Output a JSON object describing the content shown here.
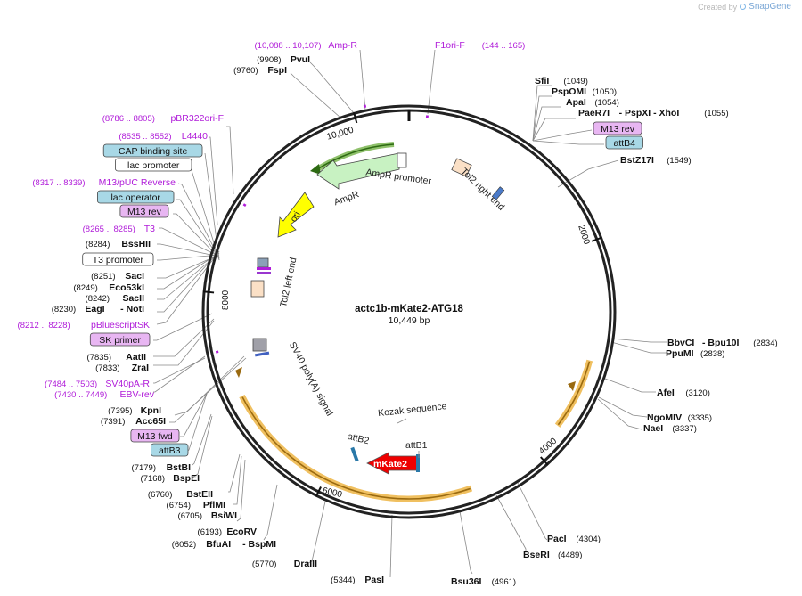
{
  "watermark": {
    "created_by": "Created by",
    "brand": "SnapGene"
  },
  "plasmid": {
    "name": "actc1b-mKate2-ATG18",
    "length": "10,449 bp"
  },
  "ticks": [
    "10,000",
    "2000",
    "4000",
    "6000",
    "8000"
  ],
  "feature_labels": {
    "ampr": "AmpR",
    "ampr_promoter": "AmpR promoter",
    "ori": "ori",
    "tol2_right": "Tol2 right end",
    "tol2_left": "Tol2 left end",
    "sv40": "SV40 poly(A) signal",
    "kozak": "Kozak sequence",
    "attb1": "attB1",
    "attb2": "attB2",
    "mkate2": "mKate2"
  },
  "colors": {
    "backbone": "#222222",
    "primer": "#b01cd9",
    "ampr_fill": "#c8f2c2",
    "ori_fill": "#ffff00",
    "mkate2_fill": "#ee0000",
    "orange_arc": "#f0c060",
    "misc_blue": "#a8d8e6",
    "misc_purple": "#e8b6f2"
  },
  "annotations_left": [
    {
      "rng": "(10,088 .. 10,107)",
      "name": "Amp-R",
      "kind": "primer"
    },
    {
      "num": "(9908)",
      "name": "PvuI",
      "kind": "enzyme"
    },
    {
      "num": "(9760)",
      "name": "FspI",
      "kind": "enzyme"
    },
    {
      "rng": "(8786 .. 8805)",
      "name": "pBR322ori-F",
      "kind": "primer"
    },
    {
      "rng": "(8535 .. 8552)",
      "name": "L4440",
      "kind": "primer"
    },
    {
      "name": "CAP binding site",
      "kind": "box-blue"
    },
    {
      "name": "lac promoter",
      "kind": "box-white"
    },
    {
      "rng": "(8317 .. 8339)",
      "name": "M13/pUC Reverse",
      "kind": "primer"
    },
    {
      "name": "lac operator",
      "kind": "box-blue"
    },
    {
      "name": "M13 rev",
      "kind": "box-purple"
    },
    {
      "rng": "(8265 .. 8285)",
      "name": "T3",
      "kind": "primer"
    },
    {
      "num": "(8284)",
      "name": "BssHII",
      "kind": "enzyme"
    },
    {
      "name": "T3 promoter",
      "kind": "box-white"
    },
    {
      "num": "(8251)",
      "name": "SacI",
      "kind": "enzyme"
    },
    {
      "num": "(8249)",
      "name": "Eco53kI",
      "kind": "enzyme"
    },
    {
      "num": "(8242)",
      "name": "SacII",
      "kind": "enzyme"
    },
    {
      "num": "(8230)",
      "name": "EagI",
      "kind": "enzyme",
      "extra": "- NotI"
    },
    {
      "rng": "(8212 .. 8228)",
      "name": "pBluescriptSK",
      "kind": "primer"
    },
    {
      "name": "SK primer",
      "kind": "box-purple"
    },
    {
      "num": "(7835)",
      "name": "AatII",
      "kind": "enzyme"
    },
    {
      "num": "(7833)",
      "name": "ZraI",
      "kind": "enzyme"
    },
    {
      "rng": "(7484 .. 7503)",
      "name": "SV40pA-R",
      "kind": "primer"
    },
    {
      "rng": "(7430 .. 7449)",
      "name": "EBV-rev",
      "kind": "primer"
    },
    {
      "num": "(7395)",
      "name": "KpnI",
      "kind": "enzyme"
    },
    {
      "num": "(7391)",
      "name": "Acc65I",
      "kind": "enzyme"
    },
    {
      "name": "M13 fwd",
      "kind": "box-purple"
    },
    {
      "name": "attB3",
      "kind": "box-blue"
    },
    {
      "num": "(7179)",
      "name": "BstBI",
      "kind": "enzyme"
    },
    {
      "num": "(7168)",
      "name": "BspEI",
      "kind": "enzyme"
    },
    {
      "num": "(6760)",
      "name": "BstEII",
      "kind": "enzyme"
    },
    {
      "num": "(6754)",
      "name": "PflMI",
      "kind": "enzyme"
    },
    {
      "num": "(6705)",
      "name": "BsiWI",
      "kind": "enzyme"
    },
    {
      "num": "(6193)",
      "name": "EcoRV",
      "kind": "enzyme"
    },
    {
      "num": "(6052)",
      "name": "BfuAI",
      "kind": "enzyme",
      "extra": "- BspMI"
    },
    {
      "num": "(5770)",
      "name": "DraIII",
      "kind": "enzyme"
    },
    {
      "num": "(5344)",
      "name": "PasI",
      "kind": "enzyme"
    }
  ],
  "annotations_right": [
    {
      "name": "F1ori-F",
      "rng": "(144 .. 165)",
      "kind": "primer"
    },
    {
      "name": "SfiI",
      "num": "(1049)",
      "kind": "enzyme"
    },
    {
      "name": "PspOMI",
      "num": "(1050)",
      "kind": "enzyme"
    },
    {
      "name": "ApaI",
      "num": "(1054)",
      "kind": "enzyme"
    },
    {
      "name": "PaeR7I",
      "extra": "- PspXI - XhoI",
      "num": "(1055)",
      "kind": "enzyme"
    },
    {
      "name": "M13 rev",
      "kind": "box-purple"
    },
    {
      "name": "attB4",
      "kind": "box-blue"
    },
    {
      "name": "BstZ17I",
      "num": "(1549)",
      "kind": "enzyme"
    },
    {
      "name": "BbvCI",
      "extra": "- Bpu10I",
      "num": "(2834)",
      "kind": "enzyme"
    },
    {
      "name": "PpuMI",
      "num": "(2838)",
      "kind": "enzyme"
    },
    {
      "name": "AfeI",
      "num": "(3120)",
      "kind": "enzyme"
    },
    {
      "name": "NgoMIV",
      "num": "(3335)",
      "kind": "enzyme"
    },
    {
      "name": "NaeI",
      "num": "(3337)",
      "kind": "enzyme"
    },
    {
      "name": "PacI",
      "num": "(4304)",
      "kind": "enzyme"
    },
    {
      "name": "BseRI",
      "num": "(4489)",
      "kind": "enzyme"
    },
    {
      "name": "Bsu36I",
      "num": "(4961)",
      "kind": "enzyme"
    }
  ]
}
